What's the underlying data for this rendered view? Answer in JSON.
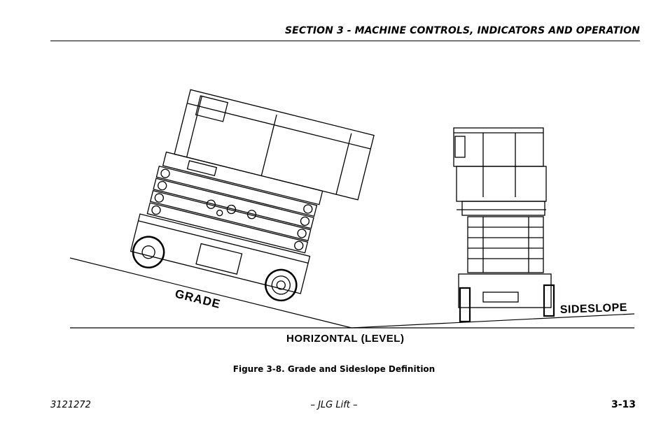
{
  "header": {
    "section_title": "SECTION 3 - MACHINE CONTROLS, INDICATORS AND OPERATION"
  },
  "figure": {
    "labels": {
      "grade": "GRADE",
      "sideslope": "SIDESLOPE",
      "horizontal": "HORIZONTAL (LEVEL)"
    },
    "caption": "Figure 3-8. Grade and Sideslope Definition"
  },
  "footer": {
    "doc_number": "3121272",
    "center": "– JLG Lift –",
    "page": "3-13"
  }
}
